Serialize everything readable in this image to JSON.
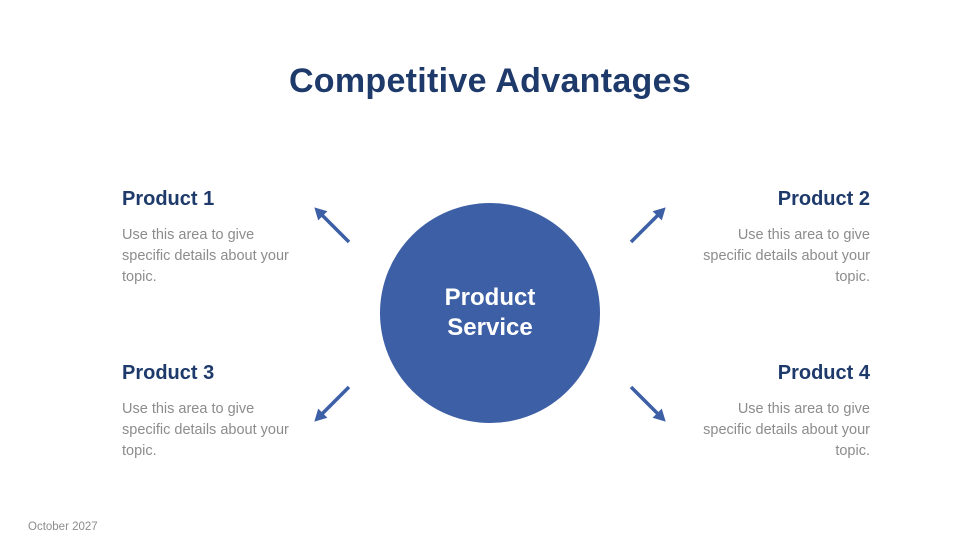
{
  "slide": {
    "title": "Competitive Advantages",
    "footer": "October 2027",
    "center": {
      "line1": "Product",
      "line2": "Service"
    },
    "products": [
      {
        "label": "Product 1",
        "description": "Use this area to give specific details about your topic."
      },
      {
        "label": "Product 2",
        "description": "Use this area to give specific details about your topic."
      },
      {
        "label": "Product 3",
        "description": "Use this area to give specific details about your topic."
      },
      {
        "label": "Product 4",
        "description": "Use this area to give specific details about your topic."
      }
    ],
    "colors": {
      "title": "#1e3a6b",
      "heading": "#1e3a6b",
      "circle": "#3d5fa5",
      "arrow": "#3d5fa5",
      "body_text": "#8c8c8c",
      "background": "#ffffff"
    }
  }
}
